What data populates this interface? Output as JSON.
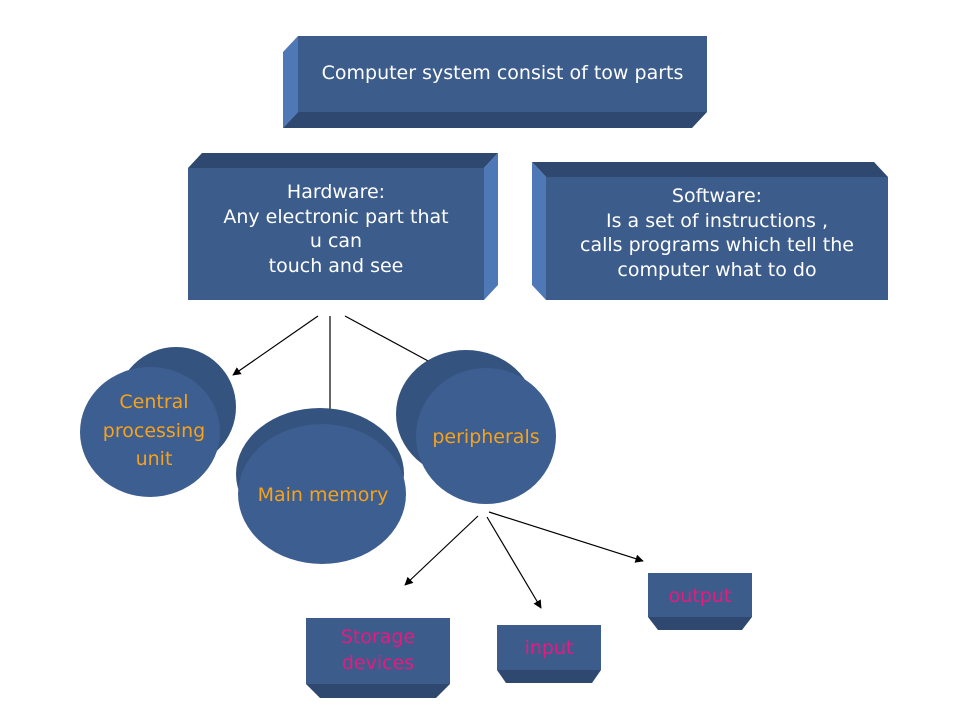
{
  "colors": {
    "box_face": "#3c5c8c",
    "box_side": "#4f79b6",
    "box_bottom": "#2e4870",
    "circle_face": "#3d5e90",
    "circle_back": "#35537f",
    "text_white": "#ffffff",
    "text_orange": "#f7a21b",
    "text_pink": "#e8197f",
    "arrow": "#000000"
  },
  "title": {
    "text": "Computer system consist of tow parts"
  },
  "hardware": {
    "text": "Hardware:\nAny electronic part that\nu can\ntouch and see"
  },
  "software": {
    "text": "Software:\nIs a set of instructions ,\ncalls programs which tell the\ncomputer what to do"
  },
  "cpu": {
    "text": "Central\nprocessing\nunit"
  },
  "main_memory": {
    "text": "Main memory"
  },
  "peripherals": {
    "text": "peripherals"
  },
  "storage": {
    "text": "Storage\ndevices"
  },
  "input": {
    "text": "input"
  },
  "output": {
    "text": "output"
  }
}
